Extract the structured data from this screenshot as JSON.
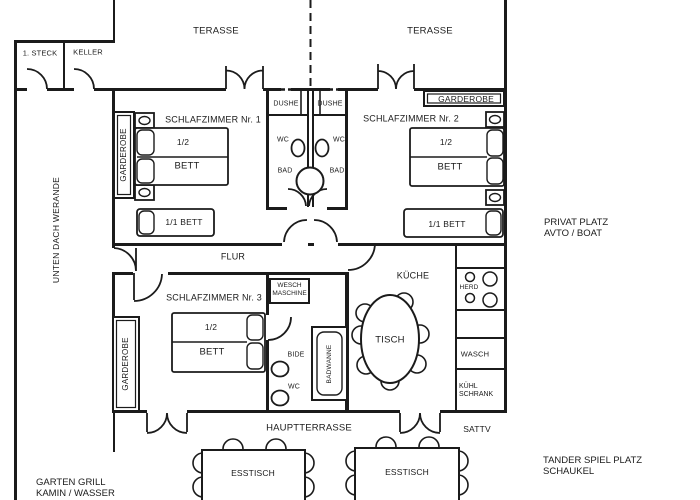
{
  "colors": {
    "ink": "#1b1b1b",
    "paper": "#ffffff"
  },
  "plan": {
    "terrace_left": "TERASSE",
    "terrace_right": "TERASSE",
    "steck": "1. STECK",
    "keller": "KELLER",
    "veranda_note": "UNTEN DACH WERANDE",
    "corridor": "FLUR",
    "bedroom1": {
      "title": "SCHLAFZIMMER Nr. 1",
      "wardrobe": "GARDEROBE",
      "bed_half": "1/2",
      "bed": "BETT",
      "single_bed": "1/1 BETT"
    },
    "bedroom2": {
      "title": "SCHLAFZIMMER Nr. 2",
      "wardrobe": "GARDEROBE",
      "bed_half": "1/2",
      "bed": "BETT",
      "single_bed": "1/1 BETT"
    },
    "bedroom3": {
      "title": "SCHLAFZIMMER Nr. 3",
      "wardrobe": "GARDEROBE",
      "bed_half": "1/2",
      "bed": "BETT"
    },
    "bath_upper_left": {
      "shower": "DUSHE",
      "wc": "WC",
      "bath": "BAD"
    },
    "bath_upper_right": {
      "shower": "DUSHE",
      "wc": "WC",
      "bath": "BAD"
    },
    "bath_lower": {
      "washer": [
        "WESCH",
        "MASCHINE"
      ],
      "bidet": "BIDE",
      "wc": "WC",
      "tub": "BADWANNE"
    },
    "kitchen": {
      "title": "KÜCHE",
      "table": "TISCH",
      "stove": "HERD",
      "sink": "WASCH",
      "fridge": [
        "KÜHL",
        "SCHRANK"
      ]
    },
    "terrace_main": {
      "title": "HAUPTTERRASSE",
      "sat_tv": "SATTV",
      "dining_table_left": "ESSTISCH",
      "dining_table_right": "ESSTISCH"
    },
    "outdoor_notes": {
      "private_parking": [
        "PRIVAT PLATZ",
        "AVTO / BOAT"
      ],
      "garden": [
        "GARTEN GRILL",
        "KAMIN / WASSER"
      ],
      "playground": [
        "TANDER SPIEL PLATZ",
        "SCHAUKEL"
      ]
    }
  }
}
